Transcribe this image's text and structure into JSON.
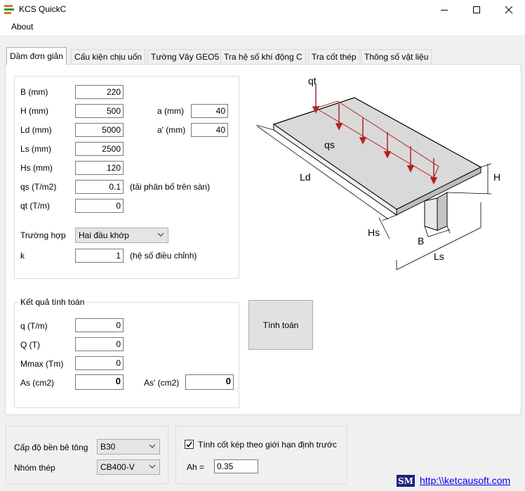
{
  "window": {
    "title": "KCS QuickC",
    "minimize_icon": "minimize-icon",
    "maximize_icon": "maximize-icon",
    "close_icon": "close-icon"
  },
  "menu": {
    "about": "About"
  },
  "tabs": [
    {
      "label": "Dầm đơn giản",
      "active": true
    },
    {
      "label": "Cấu kiện chịu uốn"
    },
    {
      "label": "Tường Vây GEO5"
    },
    {
      "label": "Tra hệ số khí động C"
    },
    {
      "label": "Tra cốt thép"
    },
    {
      "label": "Thông số vật liệu"
    }
  ],
  "inputs": {
    "B": {
      "label": "B (mm)",
      "value": "220"
    },
    "H": {
      "label": "H (mm)",
      "value": "500"
    },
    "Ld": {
      "label": "Ld (mm)",
      "value": "5000"
    },
    "Ls": {
      "label": "Ls (mm)",
      "value": "2500"
    },
    "Hs": {
      "label": "Hs (mm)",
      "value": "120"
    },
    "qs": {
      "label": "qs (T/m2)",
      "value": "0.1",
      "note": "(tải phân bố trên sàn)"
    },
    "qt": {
      "label": "qt (T/m)",
      "value": "0"
    },
    "a": {
      "label": "a (mm)",
      "value": "40"
    },
    "a_prime": {
      "label": "a' (mm)",
      "value": "40"
    },
    "case": {
      "label": "Trường hợp",
      "value": "Hai đầu khớp"
    },
    "k": {
      "label": "k",
      "value": "1",
      "note": "(hệ số điều chỉnh)"
    }
  },
  "results": {
    "title": "Kết quả tính toán",
    "q": {
      "label": "q (T/m)",
      "value": "0"
    },
    "Q": {
      "label": "Q (T)",
      "value": "0"
    },
    "Mmax": {
      "label": "Mmax (Tm)",
      "value": "0"
    },
    "As": {
      "label": "As (cm2)",
      "value": "0"
    },
    "As_prime": {
      "label": "As' (cm2)",
      "value": "0"
    }
  },
  "calc_button": "Tính toán",
  "diagram": {
    "labels": {
      "qt": "qt",
      "qs": "qs",
      "Ld": "Ld",
      "H": "H",
      "Hs": "Hs",
      "B": "B",
      "Ls": "Ls"
    },
    "slab_color": "#d9d9d9",
    "load_color": "#b22222"
  },
  "material": {
    "concrete_label": "Cấp độ bền bê tông",
    "concrete_value": "B30",
    "steel_label": "Nhóm thép",
    "steel_value": "CB400-V"
  },
  "double_rebar": {
    "checkbox_label": "Tính cốt kép theo giới hạn định trước",
    "checked": true,
    "ah_label": "Ah =",
    "ah_value": "0.35"
  },
  "footer": {
    "logo_text": "SM",
    "link": "http:\\\\ketcausoft.com"
  }
}
